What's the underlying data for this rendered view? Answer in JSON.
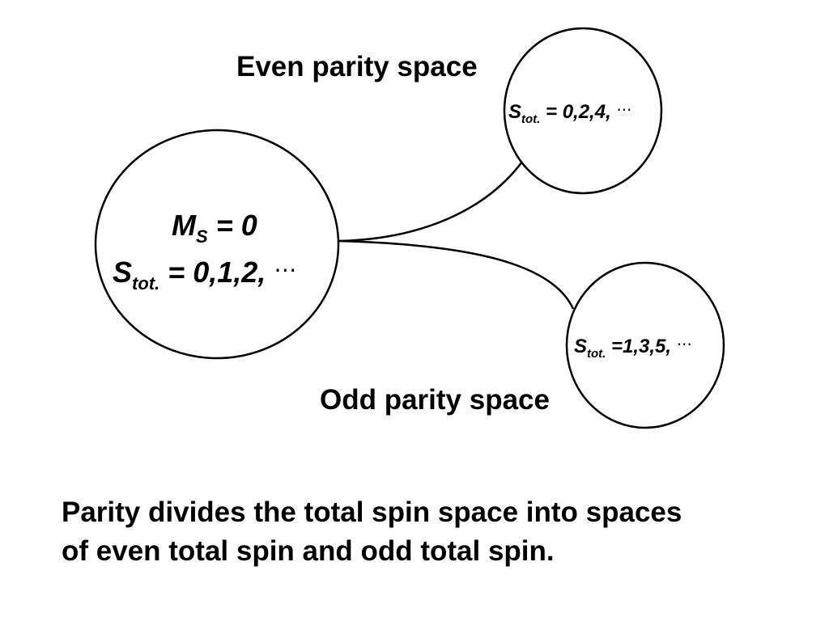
{
  "diagram": {
    "even_label": "Even parity space",
    "odd_label": "Odd parity space",
    "main_node": {
      "ms_symbol": "M",
      "ms_subscript": "S",
      "ms_value": " = 0",
      "stot_symbol": "S",
      "stot_subscript": "tot.",
      "stot_values": " = 0,1,2, ",
      "ellipsis": "⋯"
    },
    "even_node": {
      "symbol": "S",
      "subscript": "tot.",
      "values": " = 0,2,4, ",
      "ellipsis": "⋯"
    },
    "odd_node": {
      "symbol": "S",
      "subscript": "tot.",
      "values": " =1,3,5, ",
      "ellipsis": "⋯"
    }
  },
  "caption": {
    "line1": "Parity divides the total spin space into spaces",
    "line2": "of even total spin and odd total spin."
  }
}
